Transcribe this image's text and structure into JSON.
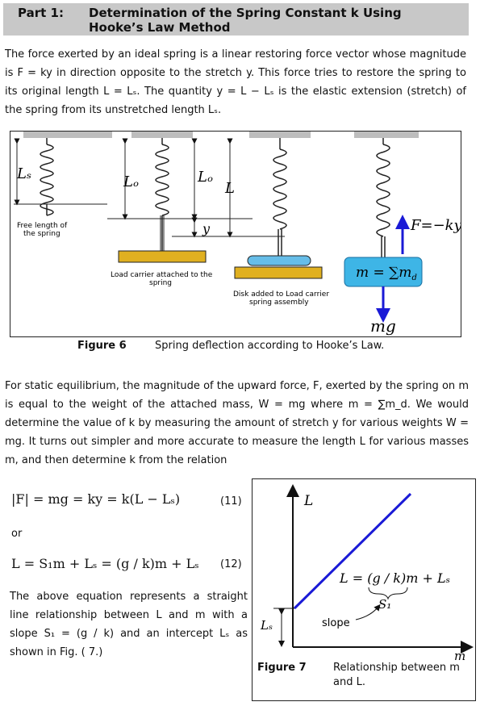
{
  "header": {
    "part": "Part 1:",
    "title_line1": "Determination of the Spring Constant k Using",
    "title_line2": "Hooke’s Law Method"
  },
  "paragraph1": "The force exerted by an ideal spring is a linear restoring force vector whose magnitude is F = ky in direction opposite to the stretch y. This force tries to restore the spring to its original length L = Lₛ. The quantity y = L − Lₛ is the elastic extension (stretch) of the spring from its unstretched length Lₛ.",
  "figure6": {
    "labels": {
      "ls": "Lₛ",
      "lo1": "Lₒ",
      "lo2": "Lₒ",
      "l": "L",
      "y": "y",
      "force": "F=−ky",
      "mass_eq": "m = ∑m",
      "mass_sub": "d",
      "mg": "mg",
      "free_length": "Free length of the spring",
      "free_length_l1": "Free length of",
      "free_length_l2": "the spring",
      "load_carrier_l1": "Load carrier attached to the",
      "load_carrier_l2": "spring",
      "disk_added_l1": "Disk added to Load carrier",
      "disk_added_l2": "spring assembly"
    },
    "caption_label": "Figure 6",
    "caption_text": "Spring deflection according to Hooke’s Law."
  },
  "paragraph2": "For static equilibrium, the magnitude of the upward force, F, exerted by the spring on m is equal to the weight of the attached mass, W = mg where m = ∑m_d. We would determine the value of k by measuring the amount of stretch y for various weights W = mg. It turns out simpler and more accurate to measure the length L for various masses m, and then determine k from the relation",
  "equation11": {
    "text": "|F| = mg = ky = k(L − Lₛ)",
    "number": "(11)"
  },
  "or_text": "or",
  "equation12": {
    "text": "L = S₁m + Lₛ = (g / k)m + Lₛ",
    "number": "(12)"
  },
  "paragraph3": "The above equation represents a straight line relationship between L and m with a slope S₁ = (g / k) and an intercept Lₛ as shown in Fig. ( 7.)",
  "figure7": {
    "y_axis_label": "L",
    "x_axis_label": "m",
    "line_equation": "L = (g / k)m + Lₛ",
    "slope_symbol": "S₁",
    "slope_label": "slope",
    "intercept_label": "Lₛ",
    "caption_label": "Figure 7",
    "caption_line1": "Relationship between m",
    "caption_line2": "and L."
  },
  "colors": {
    "header_bg": "#c8c8c8",
    "line_blue": "#1a1ad6",
    "mass_box": "#3eb5e6",
    "load_carrier": "#e0b020"
  }
}
